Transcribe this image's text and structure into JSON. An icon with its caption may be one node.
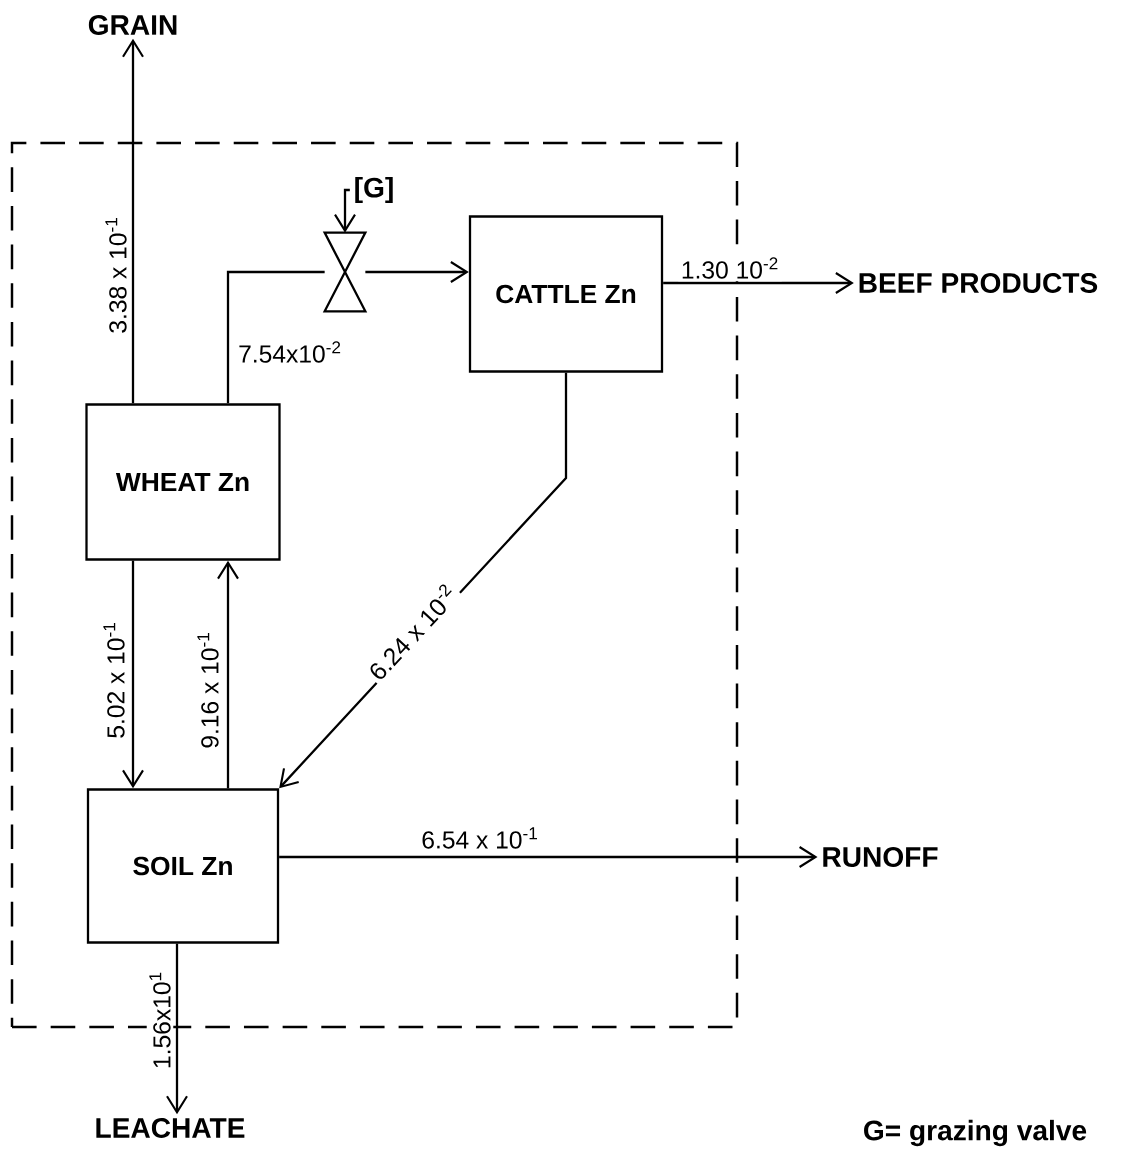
{
  "diagram": {
    "nodes": [
      {
        "text": [],
        "shape": "box"
      },
      {
        "text": [
          "GRAIN"
        ]
      },
      {
        "text": [
          "CATTLE Zn"
        ],
        "in": 0
      },
      {
        "text": [
          "BEEF PRODUCTS"
        ]
      },
      {
        "text": [
          "WHEAT Zn"
        ],
        "in": 0
      },
      {
        "text": [
          "SOIL Zn"
        ],
        "in": 0
      },
      {
        "text": [
          "RUNOFF"
        ]
      },
      {
        "text": [
          "LEACHATE"
        ]
      },
      {
        "text": [
          "[G]"
        ],
        "in": 0
      },
      {
        "text": [],
        "shape": "valve",
        "in": 0
      }
    ],
    "edges": [
      {
        "from": 4,
        "to": 1,
        "arrow": "to",
        "label": "3.38 x 10$^{-1}$"
      },
      {
        "from": 4,
        "to": 9,
        "arrow": "none",
        "label": "7.54x10$^{-2}$"
      },
      {
        "from": 9,
        "to": 2,
        "arrow": "to"
      },
      {
        "from": 8,
        "to": 9,
        "arrow": "to"
      },
      {
        "from": 2,
        "to": 3,
        "arrow": "to",
        "label": "1.30 10$^{-2}$"
      },
      {
        "from": 2,
        "to": 5,
        "arrow": "to",
        "label": "6.24 x 10$^{-2}$"
      },
      {
        "from": 4,
        "to": 5,
        "arrow": "to",
        "label": "5.02 x 10$^{-1}$"
      },
      {
        "from": 5,
        "to": 4,
        "arrow": "to",
        "label": "9.16 x 10$^{-1}$"
      },
      {
        "from": 5,
        "to": 6,
        "arrow": "to",
        "label": "6.54 x 10$^{-1}$"
      },
      {
        "from": 5,
        "to": 7,
        "arrow": "to",
        "label": "1.56x10$^{1}$"
      }
    ],
    "labels": [
      "G= grazing valve"
    ]
  }
}
